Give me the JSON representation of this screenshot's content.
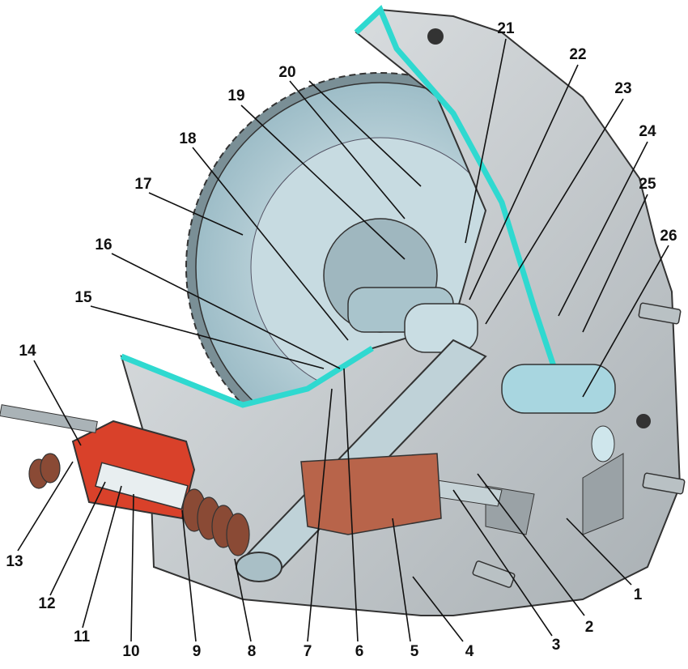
{
  "figure": {
    "callouts": [
      "1",
      "2",
      "3",
      "4",
      "5",
      "6",
      "7",
      "8",
      "9",
      "10",
      "11",
      "12",
      "13",
      "14",
      "15",
      "16",
      "17",
      "18",
      "19",
      "20",
      "21",
      "22",
      "23",
      "24",
      "25",
      "26"
    ]
  },
  "colors": {
    "housing": "#c9ced1",
    "cut_edge": "#2fd9d0",
    "flywheel": "#b8d4dc",
    "fork_red": "#d9412a",
    "lining_brown": "#b8644a",
    "spring_brown": "#8a4a35"
  }
}
